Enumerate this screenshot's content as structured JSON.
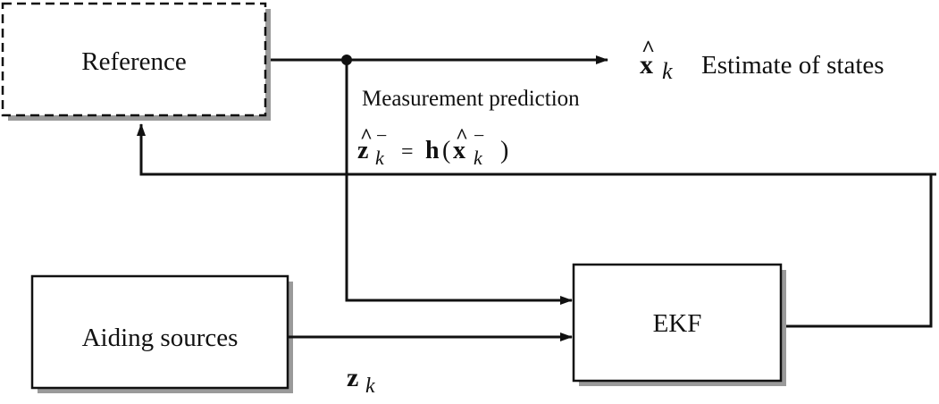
{
  "blocks": {
    "reference": {
      "label": "Reference"
    },
    "aiding": {
      "label": "Aiding sources"
    },
    "ekf": {
      "label": "EKF"
    }
  },
  "output": {
    "symbol": "x",
    "hat": "^",
    "subscript": "k",
    "description": "Estimate of states"
  },
  "measurement_prediction": {
    "title": "Measurement prediction",
    "lhs_symbol": "z",
    "lhs_hat": "^",
    "lhs_superscript": "−",
    "lhs_subscript": "k",
    "equals": "=",
    "func": "h",
    "open_paren": "(",
    "arg_symbol": "x",
    "arg_hat": "^",
    "arg_superscript": "−",
    "arg_subscript": "k",
    "close_paren": ")"
  },
  "measurement": {
    "symbol": "z",
    "subscript": "k"
  }
}
